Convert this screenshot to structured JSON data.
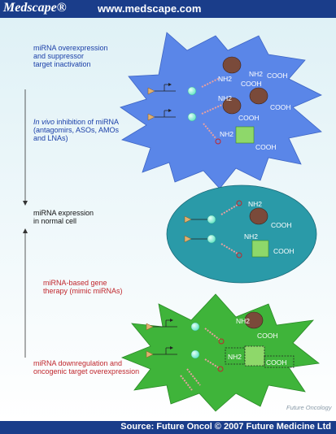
{
  "header": {
    "brand": "Medscape®",
    "url": "www.medscape.com"
  },
  "footer": {
    "source": "Source: Future Oncol © 2007 Future Medicine Ltd"
  },
  "credit": "Future Oncology",
  "labels": {
    "overexpression": [
      "miRNA overexpression",
      "and suppressor",
      "target inactivation"
    ],
    "inhibition": [
      "In vivo inhibition of miRNA",
      "(antagomirs, ASOs, AMOs",
      "and LNAs)"
    ],
    "inhibition_italic": "In vivo",
    "inhibition_rest": " inhibition of miRNA",
    "normal": [
      "miRNA expression",
      "in normal cell"
    ],
    "gene_therapy": [
      "miRNA-based gene",
      "therapy (mimic miRNAs)"
    ],
    "downregulation": [
      "miRNA downregulation and",
      "oncogenic target overexpression"
    ]
  },
  "protein": {
    "nh2": "NH2",
    "cooh": "COOH"
  },
  "colors": {
    "header": "#1a3d8a",
    "bg_top": "#dff1f6",
    "bg_bottom": "#ffffff",
    "blue_cell": "#5a86e8",
    "normal_cell": "#2a9aa8",
    "green_cell": "#3fb43a",
    "blue_text": "#1a3fa8",
    "red_text": "#c0272d"
  }
}
